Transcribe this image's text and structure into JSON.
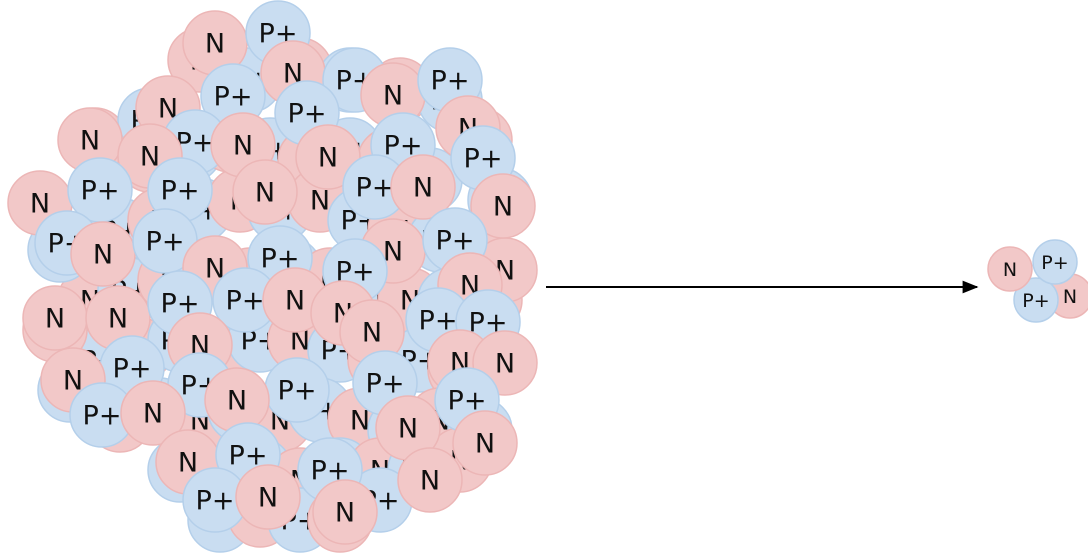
{
  "labels": {
    "neutron": "N",
    "proton": "P+"
  },
  "colors": {
    "neutron_fill": "#f2c8c8",
    "neutron_stroke": "#ecb6b6",
    "proton_fill": "#c9ddf1",
    "proton_stroke": "#b4cfea",
    "arrow": "#000000",
    "background": "#ffffff"
  },
  "parent_nucleus": {
    "description_counts_visible": "many"
  },
  "alpha_particle": {
    "protons": 2,
    "neutrons": 2
  }
}
